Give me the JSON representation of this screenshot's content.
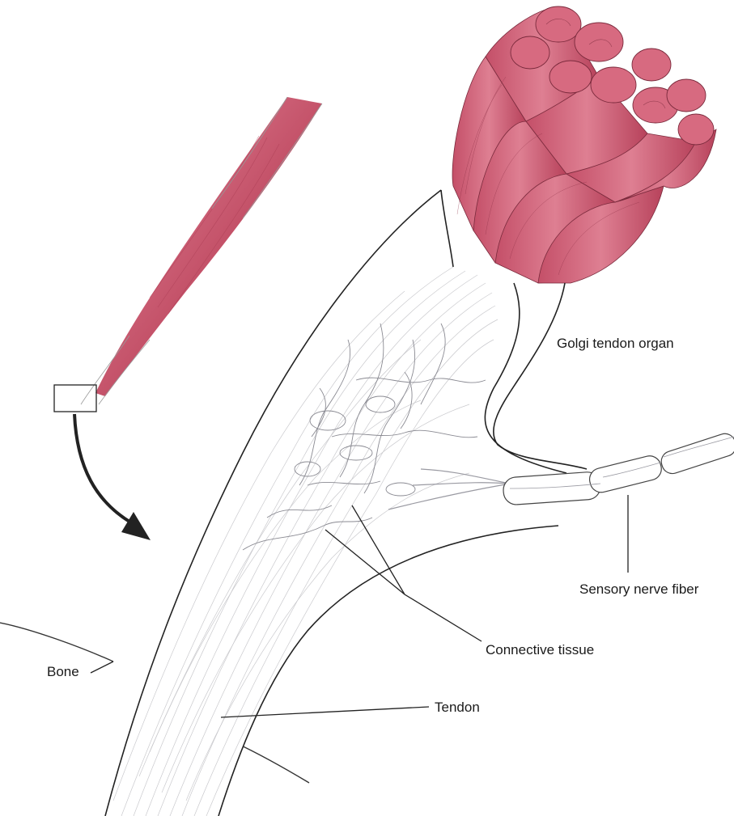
{
  "labels": {
    "golgi": "Golgi tendon organ",
    "sensory": "Sensory nerve fiber",
    "connective": "Connective tissue",
    "bone": "Bone",
    "tendon": "Tendon"
  },
  "colors": {
    "muscle": "#c9566b",
    "muscle_dark": "#a83a52",
    "muscle_light": "#e5909f",
    "outline": "#222222",
    "nerve": "#9a9aa2",
    "tendon_fiber": "#c4c4c8",
    "background": "#ffffff"
  }
}
